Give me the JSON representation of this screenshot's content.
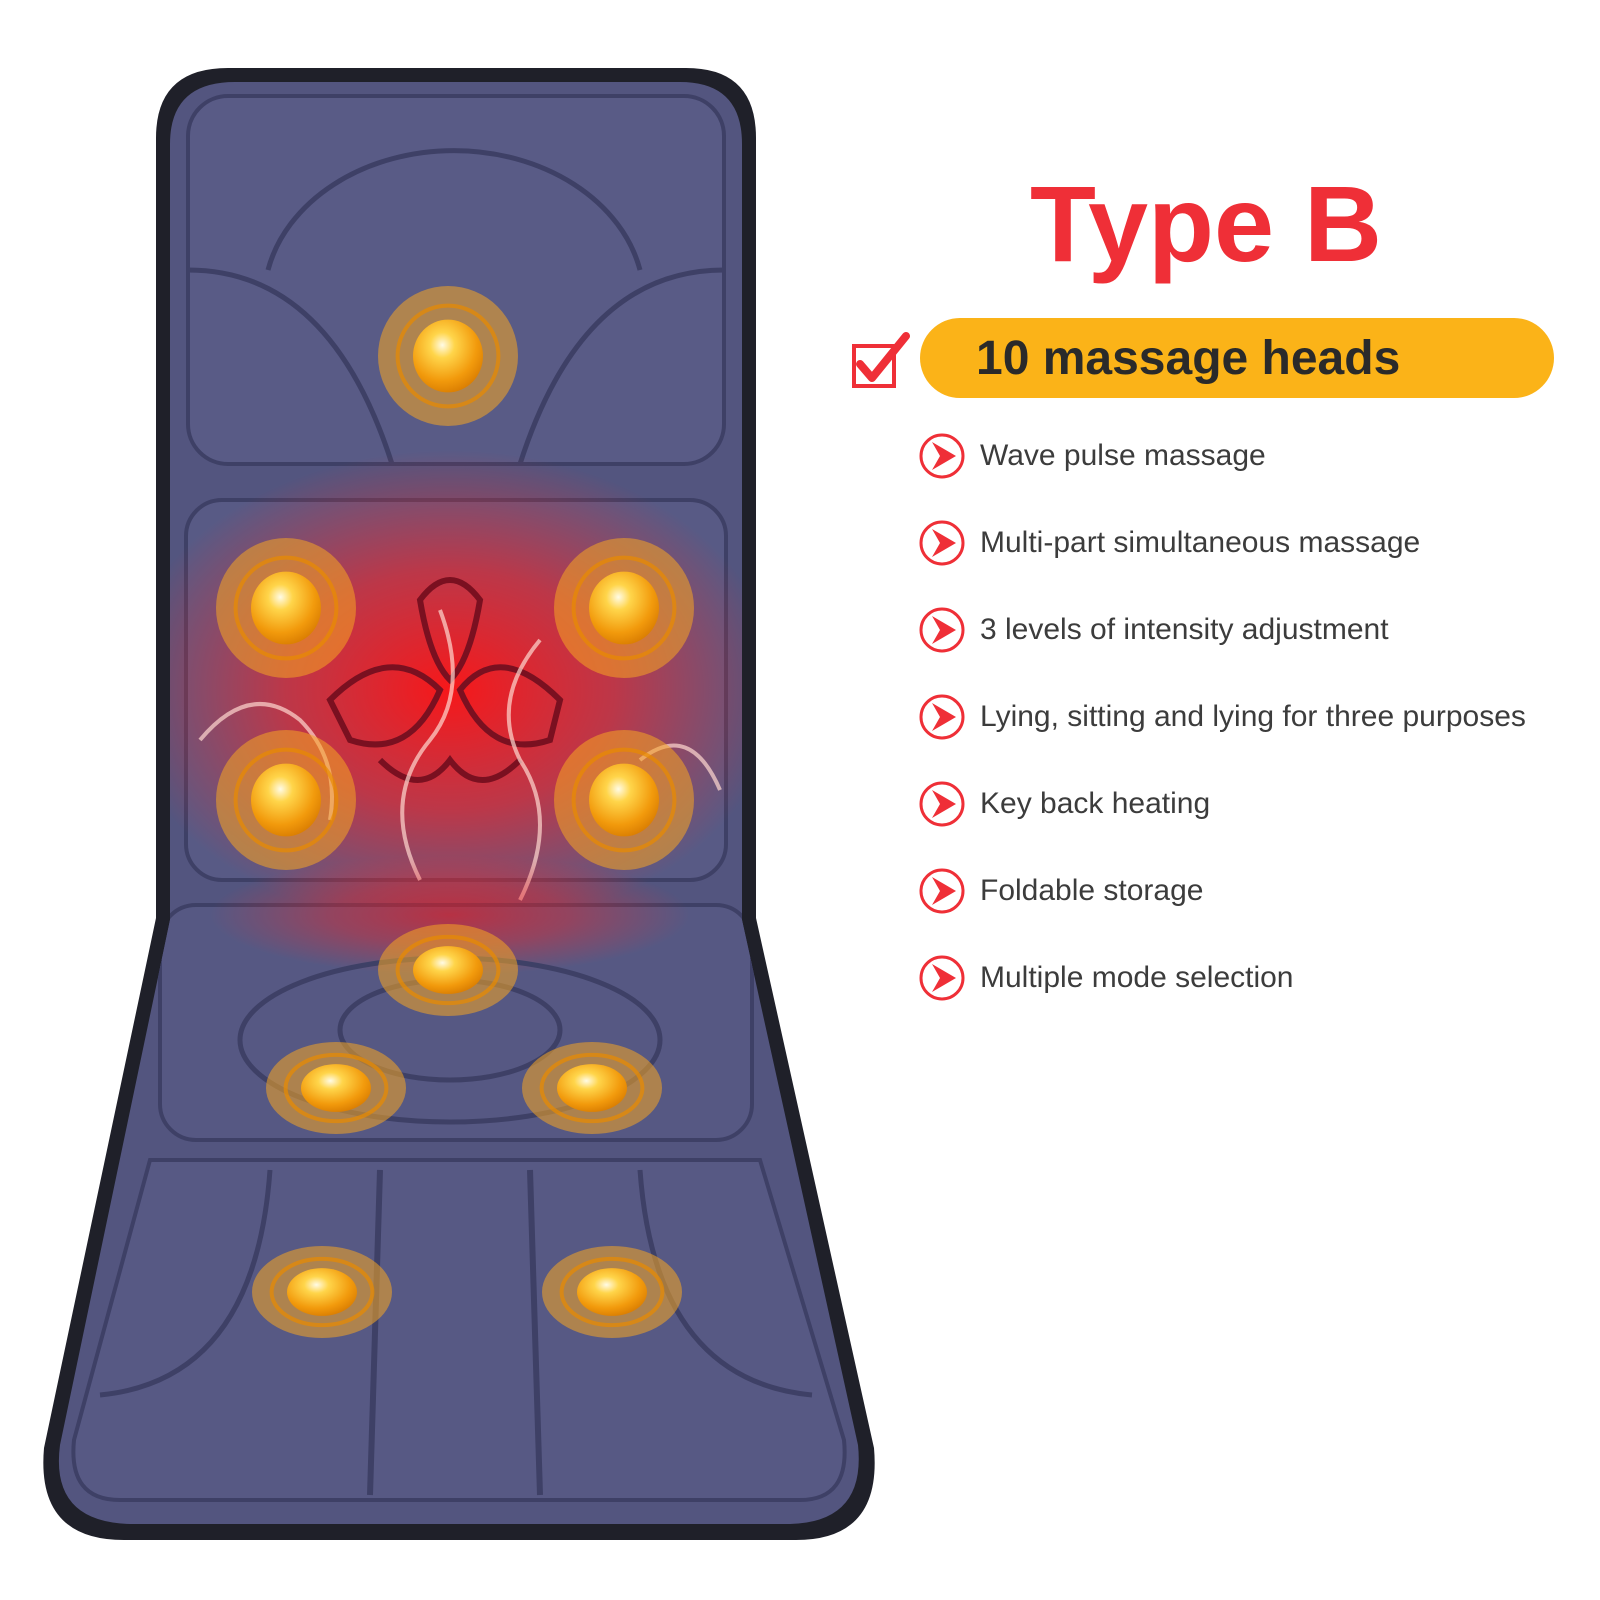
{
  "title": "Type B",
  "headline": {
    "label": "10 massage heads",
    "check_icon": "red-checkbox-check-icon",
    "pill_color": "#fbb318"
  },
  "features": [
    {
      "label": "Wave pulse massage",
      "icon": "chevron-right-circle-icon"
    },
    {
      "label": "Multi-part simultaneous massage",
      "icon": "chevron-right-circle-icon"
    },
    {
      "label": "3 levels of intensity adjustment",
      "icon": "chevron-right-circle-icon"
    },
    {
      "label": "Lying, sitting and lying for three purposes",
      "icon": "chevron-right-circle-icon"
    },
    {
      "label": "Key back heating",
      "icon": "chevron-right-circle-icon"
    },
    {
      "label": "Foldable storage",
      "icon": "chevron-right-circle-icon"
    },
    {
      "label": "Multiple mode selection",
      "icon": "chevron-right-circle-icon"
    }
  ],
  "colors": {
    "accent_red": "#ef2f37",
    "headline_pill": "#fbb318",
    "mat_fabric": "#53557f",
    "mat_border": "#1f2029",
    "heat_glow": "#ff1e1e",
    "massage_head": "#f5a623"
  },
  "illustration": {
    "subject": "massage-mat",
    "massage_head_count": 10
  }
}
